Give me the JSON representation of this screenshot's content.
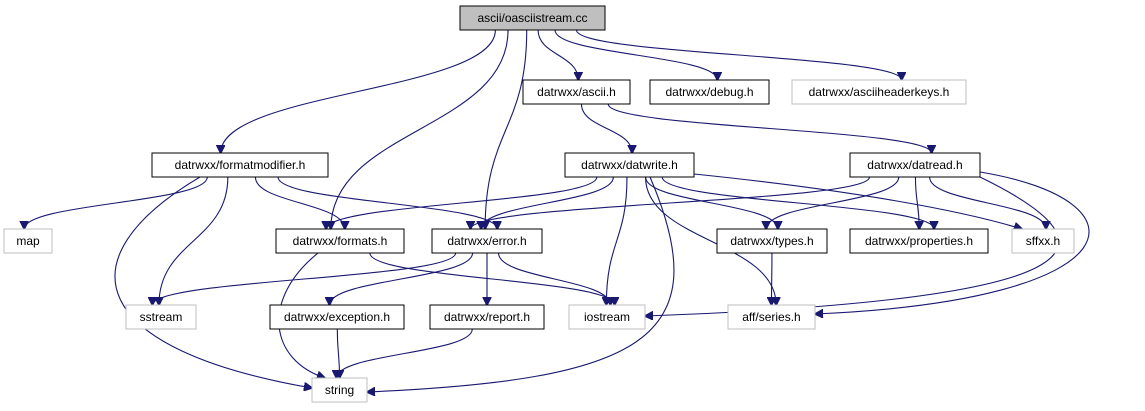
{
  "colors": {
    "edge": "#191970",
    "root_fill": "#bfbfbf",
    "documented_border": "#000000",
    "external_border": "#bfbfbf",
    "node_fill": "#ffffff"
  },
  "nodes": [
    {
      "id": "root",
      "label": "ascii/oasciistream.cc",
      "kind": "root"
    },
    {
      "id": "ascii_h",
      "label": "datrwxx/ascii.h",
      "kind": "documented"
    },
    {
      "id": "debug_h",
      "label": "datrwxx/debug.h",
      "kind": "documented"
    },
    {
      "id": "asciiheaderkeys_h",
      "label": "datrwxx/asciiheaderkeys.h",
      "kind": "external"
    },
    {
      "id": "formatmodifier_h",
      "label": "datrwxx/formatmodifier.h",
      "kind": "documented"
    },
    {
      "id": "datwrite_h",
      "label": "datrwxx/datwrite.h",
      "kind": "documented"
    },
    {
      "id": "datread_h",
      "label": "datrwxx/datread.h",
      "kind": "documented"
    },
    {
      "id": "map",
      "label": "map",
      "kind": "external"
    },
    {
      "id": "formats_h",
      "label": "datrwxx/formats.h",
      "kind": "documented"
    },
    {
      "id": "error_h",
      "label": "datrwxx/error.h",
      "kind": "documented"
    },
    {
      "id": "types_h",
      "label": "datrwxx/types.h",
      "kind": "documented"
    },
    {
      "id": "properties_h",
      "label": "datrwxx/properties.h",
      "kind": "documented"
    },
    {
      "id": "sffxx_h",
      "label": "sffxx.h",
      "kind": "external"
    },
    {
      "id": "sstream",
      "label": "sstream",
      "kind": "external"
    },
    {
      "id": "exception_h",
      "label": "datrwxx/exception.h",
      "kind": "documented"
    },
    {
      "id": "report_h",
      "label": "datrwxx/report.h",
      "kind": "documented"
    },
    {
      "id": "iostream",
      "label": "iostream",
      "kind": "external"
    },
    {
      "id": "series_h",
      "label": "aff/series.h",
      "kind": "external"
    },
    {
      "id": "string",
      "label": "string",
      "kind": "external"
    }
  ],
  "edges": [
    {
      "from": "root",
      "to": "ascii_h"
    },
    {
      "from": "root",
      "to": "debug_h"
    },
    {
      "from": "root",
      "to": "asciiheaderkeys_h"
    },
    {
      "from": "root",
      "to": "formatmodifier_h"
    },
    {
      "from": "root",
      "to": "formats_h"
    },
    {
      "from": "root",
      "to": "error_h"
    },
    {
      "from": "ascii_h",
      "to": "datwrite_h"
    },
    {
      "from": "ascii_h",
      "to": "datread_h"
    },
    {
      "from": "formatmodifier_h",
      "to": "map"
    },
    {
      "from": "formatmodifier_h",
      "to": "formats_h"
    },
    {
      "from": "formatmodifier_h",
      "to": "error_h"
    },
    {
      "from": "formatmodifier_h",
      "to": "sstream"
    },
    {
      "from": "formatmodifier_h",
      "to": "string"
    },
    {
      "from": "datwrite_h",
      "to": "formats_h"
    },
    {
      "from": "datwrite_h",
      "to": "error_h"
    },
    {
      "from": "datwrite_h",
      "to": "types_h"
    },
    {
      "from": "datwrite_h",
      "to": "properties_h"
    },
    {
      "from": "datwrite_h",
      "to": "sffxx_h"
    },
    {
      "from": "datwrite_h",
      "to": "iostream"
    },
    {
      "from": "datwrite_h",
      "to": "series_h"
    },
    {
      "from": "datwrite_h",
      "to": "string"
    },
    {
      "from": "datread_h",
      "to": "error_h"
    },
    {
      "from": "datread_h",
      "to": "types_h"
    },
    {
      "from": "datread_h",
      "to": "properties_h"
    },
    {
      "from": "datread_h",
      "to": "sffxx_h"
    },
    {
      "from": "datread_h",
      "to": "iostream"
    },
    {
      "from": "datread_h",
      "to": "series_h"
    },
    {
      "from": "formats_h",
      "to": "iostream"
    },
    {
      "from": "formats_h",
      "to": "string"
    },
    {
      "from": "error_h",
      "to": "sstream"
    },
    {
      "from": "error_h",
      "to": "exception_h"
    },
    {
      "from": "error_h",
      "to": "report_h"
    },
    {
      "from": "error_h",
      "to": "iostream"
    },
    {
      "from": "types_h",
      "to": "series_h"
    },
    {
      "from": "exception_h",
      "to": "string"
    },
    {
      "from": "report_h",
      "to": "string"
    }
  ]
}
